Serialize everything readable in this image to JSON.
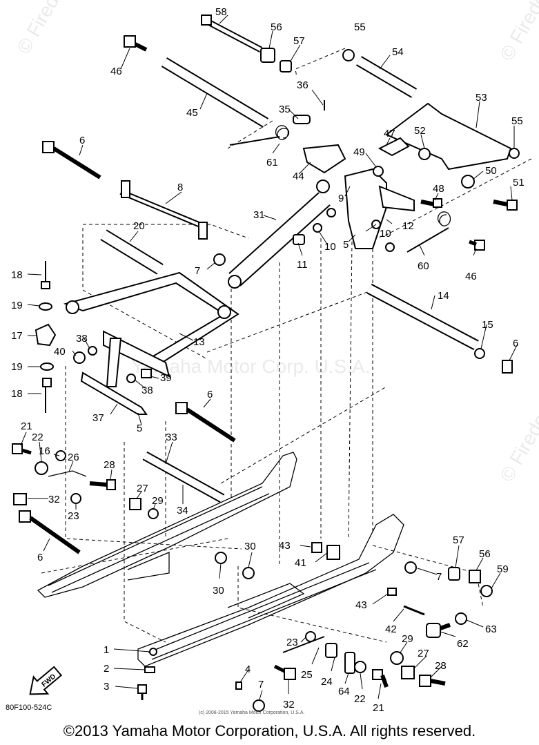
{
  "labels": {
    "n58": "58",
    "n56a": "56",
    "n55a": "55",
    "n57a": "57",
    "n54": "54",
    "n46a": "46",
    "n45": "45",
    "n36": "36",
    "n35": "35",
    "n53": "53",
    "n55b": "55",
    "n6a": "6",
    "n61": "61",
    "n47": "47",
    "n52": "52",
    "n49": "49",
    "n44": "44",
    "n50": "50",
    "n51": "51",
    "n8": "8",
    "n9": "9",
    "n48": "48",
    "n31": "31",
    "n12": "12",
    "n10a": "10",
    "n20": "20",
    "n11": "11",
    "n10b": "10",
    "n5a": "5",
    "n46b": "46",
    "n7a": "7",
    "n60": "60",
    "n18a": "18",
    "n14": "14",
    "n19a": "19",
    "n17": "17",
    "n13": "13",
    "n38a": "38",
    "n15": "15",
    "n40": "40",
    "n6b": "6",
    "n19b": "19",
    "n39": "39",
    "n38b": "38",
    "n18b": "18",
    "n37": "37",
    "n5b": "5",
    "n6c": "6",
    "n21a": "21",
    "n22a": "22",
    "n33": "33",
    "n16": "16",
    "n26": "26",
    "n28a": "28",
    "n27a": "27",
    "n29a": "29",
    "n32a": "32",
    "n34": "34",
    "n23a": "23",
    "n6d": "6",
    "n30a": "30",
    "n43a": "43",
    "n57b": "57",
    "n56b": "56",
    "n41": "41",
    "n7b": "7",
    "n59": "59",
    "n30b": "30",
    "n43b": "43",
    "n42": "42",
    "n63": "63",
    "n23b": "23",
    "n29b": "29",
    "n62": "62",
    "n1": "1",
    "n27b": "27",
    "n2": "2",
    "n25": "25",
    "n4": "4",
    "n24": "24",
    "n28b": "28",
    "n3": "3",
    "n64": "64",
    "n22b": "22",
    "n7c": "7",
    "n32b": "32",
    "n21b": "21"
  },
  "fwd_label": "FWD",
  "diagram_code": "80F100-524C",
  "watermark_center": "Yamaha Motor Corp. U.S.A.",
  "watermark_side": "© Firedog.com",
  "mid_copyright": "(c) 2008-2015 Yamaha Motor Corporation, U.S.A.",
  "footer_copyright": "©2013 Yamaha Motor Corporation, U.S.A. All rights reserved."
}
